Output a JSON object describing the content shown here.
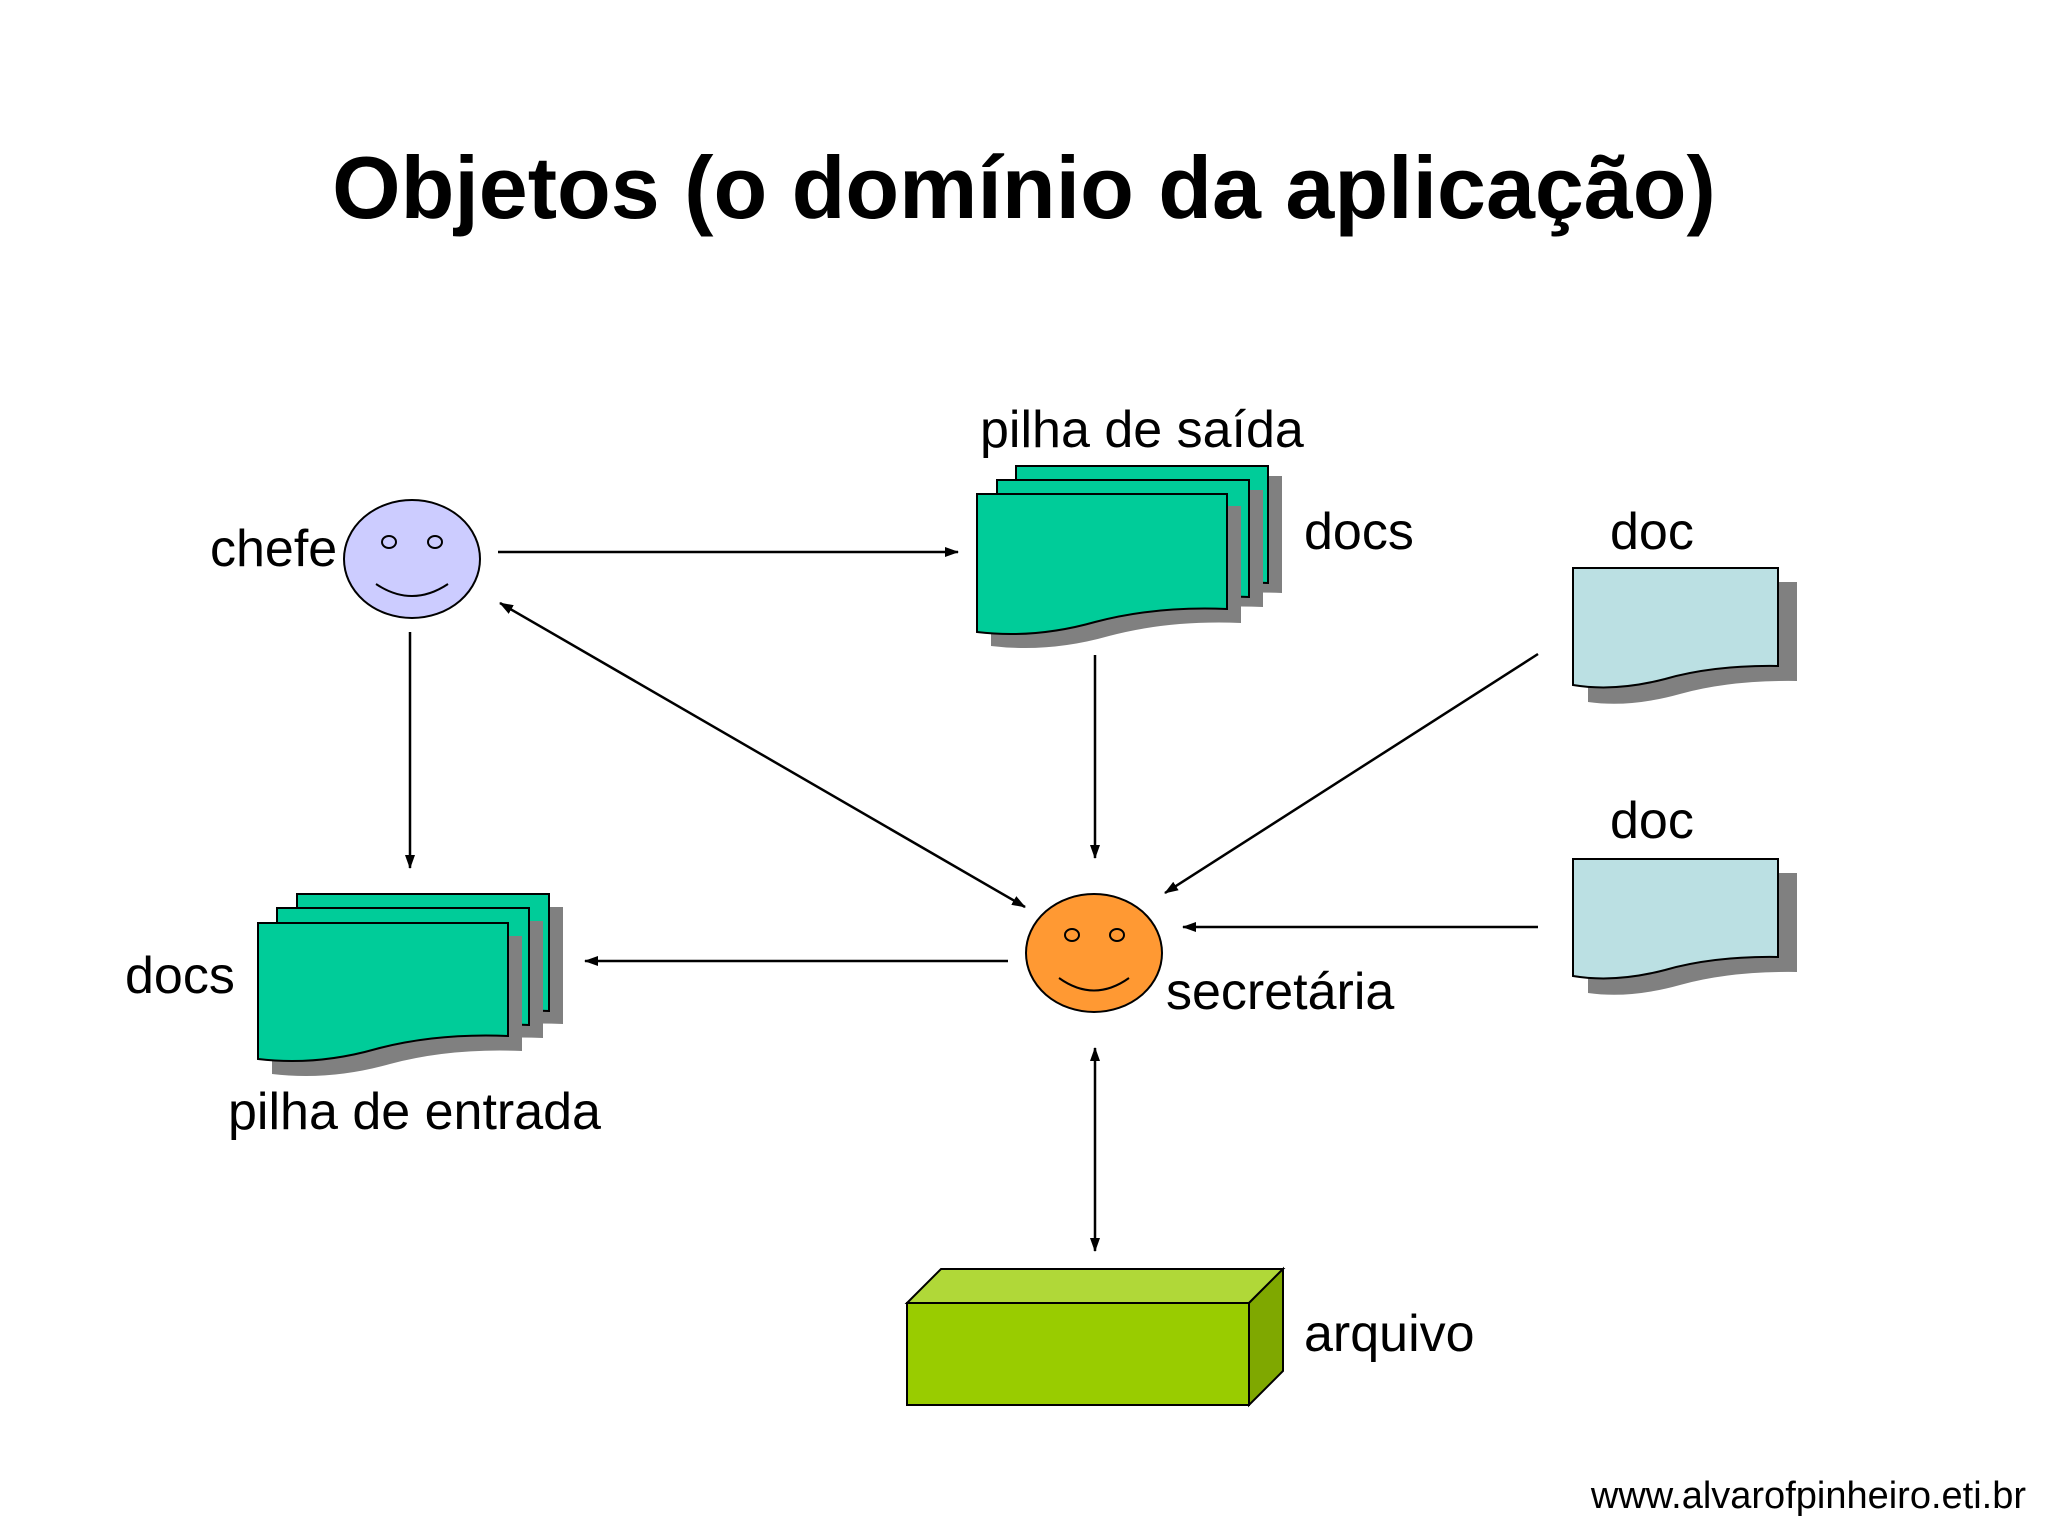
{
  "title": "Objetos (o domínio da aplicação)",
  "footer": "www.alvarofpinheiro.eti.br",
  "nodes": {
    "chefe": "chefe",
    "secretaria": "secretária",
    "pilha_saida": {
      "title": "pilha de saída",
      "items": "docs"
    },
    "pilha_entrada": {
      "title": "pilha de entrada",
      "items": "docs"
    },
    "doc_top": "doc",
    "doc_bottom": "doc",
    "arquivo": "arquivo"
  },
  "icons": {
    "chefe": "smiley-face-icon",
    "secretaria": "smiley-face-icon",
    "pilhas": "document-stack-icon",
    "docs": "document-icon",
    "arquivo": "box-icon"
  },
  "colors": {
    "chefe_face": "#ccccff",
    "secretaria_face": "#ff9933",
    "stack_green": "#00cc99",
    "doc_blue": "#bbe0e3",
    "archive_green": "#99cc00",
    "archive_top": "#b0d838",
    "archive_side": "#7fa800",
    "shadow": "#808080"
  }
}
